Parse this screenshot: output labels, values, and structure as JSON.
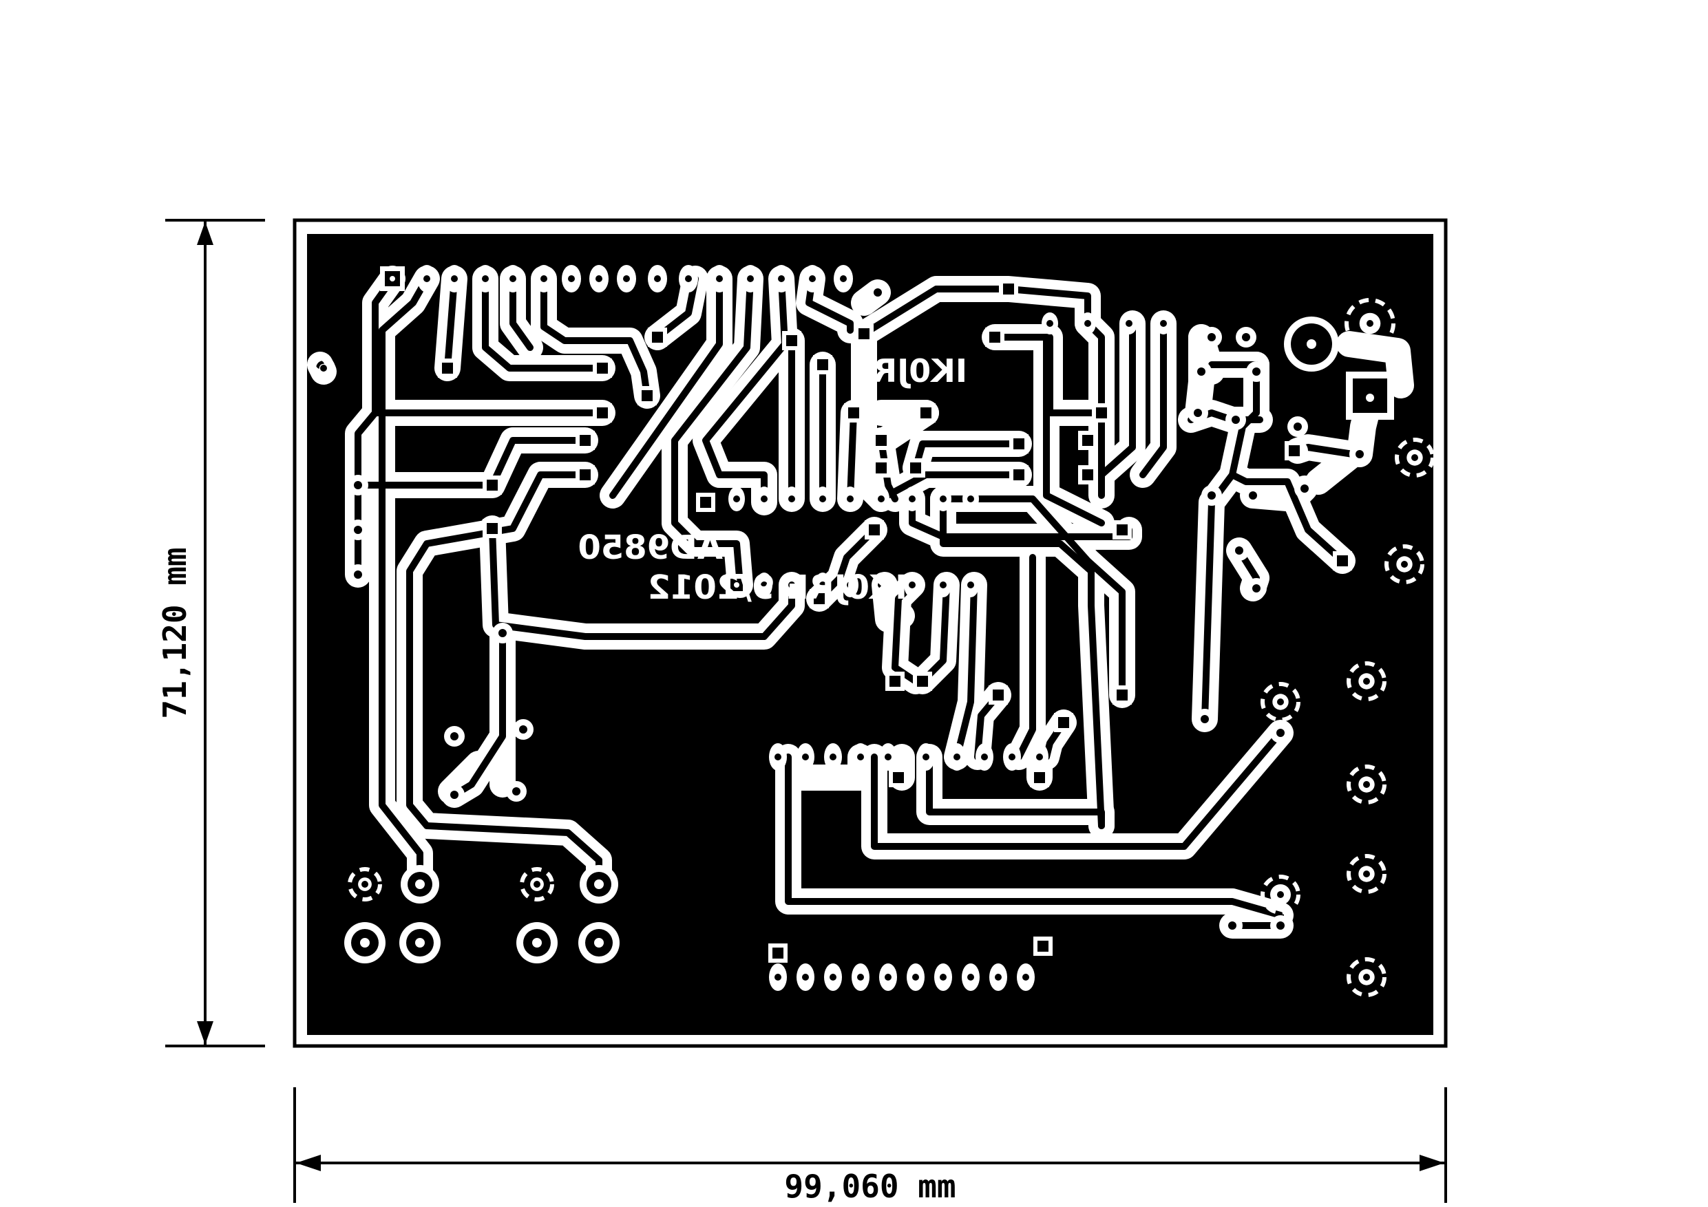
{
  "dimensions": {
    "height_label": "71,120 mm",
    "width_label": "99,060 mm"
  },
  "silkscreen": {
    "callsign_top": "IK0JRE",
    "chip_name": "AD9850",
    "signature": "IK0JRE 9/2012"
  },
  "colors": {
    "copper": "#000000",
    "clearance": "#ffffff",
    "background": "#ffffff"
  }
}
